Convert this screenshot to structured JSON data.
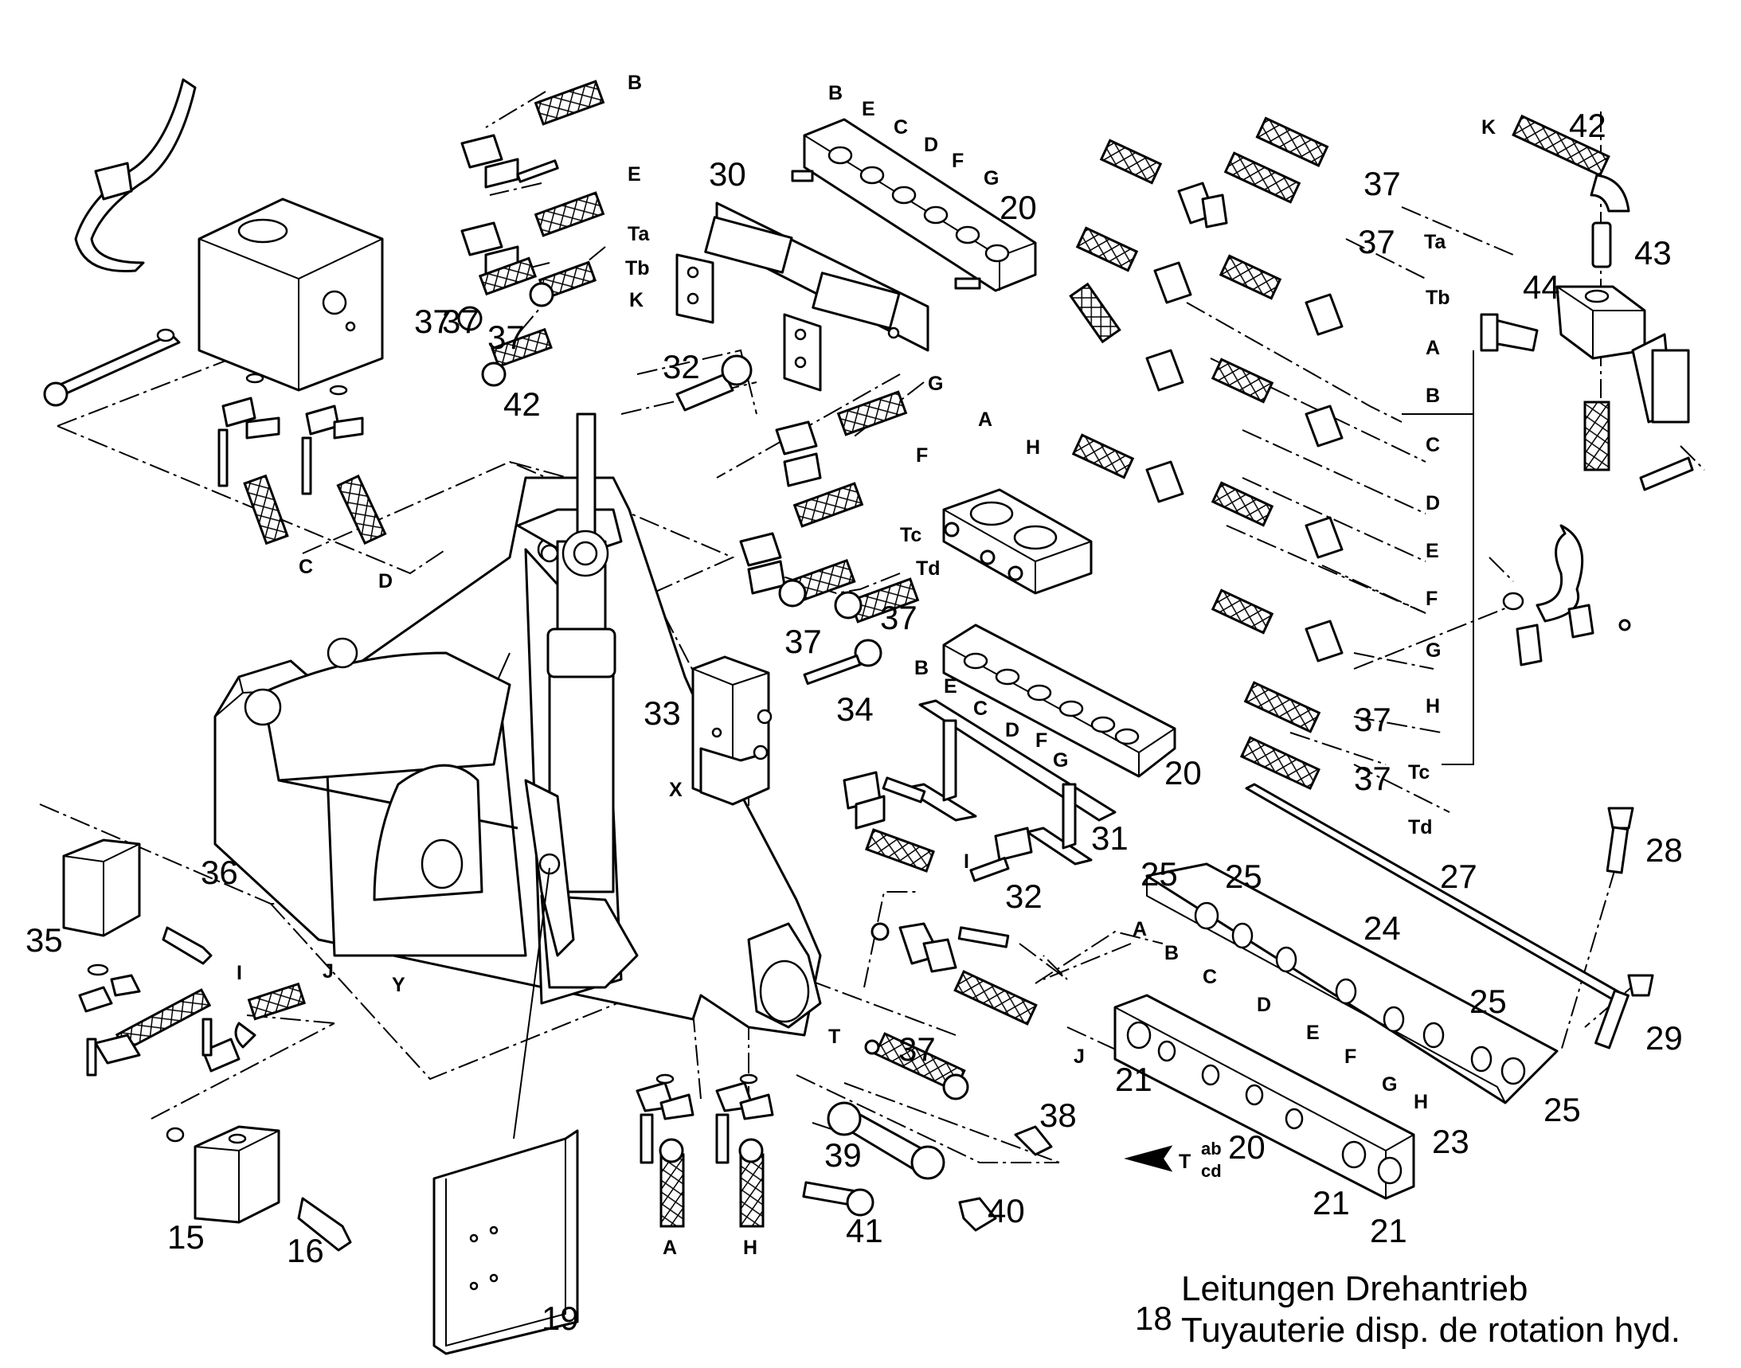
{
  "callouts": {
    "n15": "15",
    "n16": "16",
    "n18": "18",
    "n19": "19",
    "n20a": "20",
    "n20b": "20",
    "n20c": "20",
    "n21a": "21",
    "n21b": "21",
    "n21c": "21",
    "n23": "23",
    "n24": "24",
    "n25a": "25",
    "n25b": "25",
    "n25c": "25",
    "n25d": "25",
    "n27": "27",
    "n28": "28",
    "n29": "29",
    "n30": "30",
    "n31": "31",
    "n32a": "32",
    "n32b": "32",
    "n33": "33",
    "n34": "34",
    "n35": "35",
    "n36": "36",
    "n37a": "37",
    "n37b": "37",
    "n37c": "37",
    "n37d": "37",
    "n37e": "37",
    "n37f": "37",
    "n37g": "37",
    "n37h": "37",
    "n37i": "37",
    "n37j": "37",
    "n38": "38",
    "n39": "39",
    "n40": "40",
    "n41": "41",
    "n42a": "42",
    "n42b": "42",
    "n43": "43",
    "n44": "44"
  },
  "letters": {
    "top_B": "B",
    "top_E": "E",
    "top_Ta": "Ta",
    "top_Tb": "Tb",
    "top_K": "K",
    "man_B": "B",
    "man_E": "E",
    "man_C": "C",
    "man_D": "D",
    "man_F": "F",
    "man_G": "G",
    "cl_A": "A",
    "cl_H": "H",
    "mid_G": "G",
    "mid_F": "F",
    "mid_Tc": "Tc",
    "mid_Td": "Td",
    "blk_B": "B",
    "blk_E": "E",
    "blk_C": "C",
    "blk_D": "D",
    "blk_F": "F",
    "blk_G": "G",
    "rt_Ta": "Ta",
    "rt_Tb": "Tb",
    "rt_A": "A",
    "rt_B": "B",
    "rt_C": "C",
    "rt_D": "D",
    "rt_E": "E",
    "rt_F": "F",
    "rt_G": "G",
    "rt_H": "H",
    "rt_Tc": "Tc",
    "rt_Td": "Td",
    "k_top": "K",
    "mf_A": "A",
    "mf_B": "B",
    "mf_C": "C",
    "mf_D": "D",
    "mf_E": "E",
    "mf_F": "F",
    "mf_G": "G",
    "mf_H": "H",
    "lf_C": "C",
    "lf_D": "D",
    "lf_I": "I",
    "lf_J": "J",
    "bt_A": "A",
    "bt_H": "H",
    "bt_T": "T",
    "mid_I": "I",
    "mid_J": "J",
    "X": "X",
    "Y": "Y",
    "t_T": "T",
    "t_ab": "ab",
    "t_cd": "cd"
  },
  "caption": {
    "line1": "Leitungen Drehantrieb",
    "line2": "Tuyauterie disp. de rotation hyd."
  }
}
